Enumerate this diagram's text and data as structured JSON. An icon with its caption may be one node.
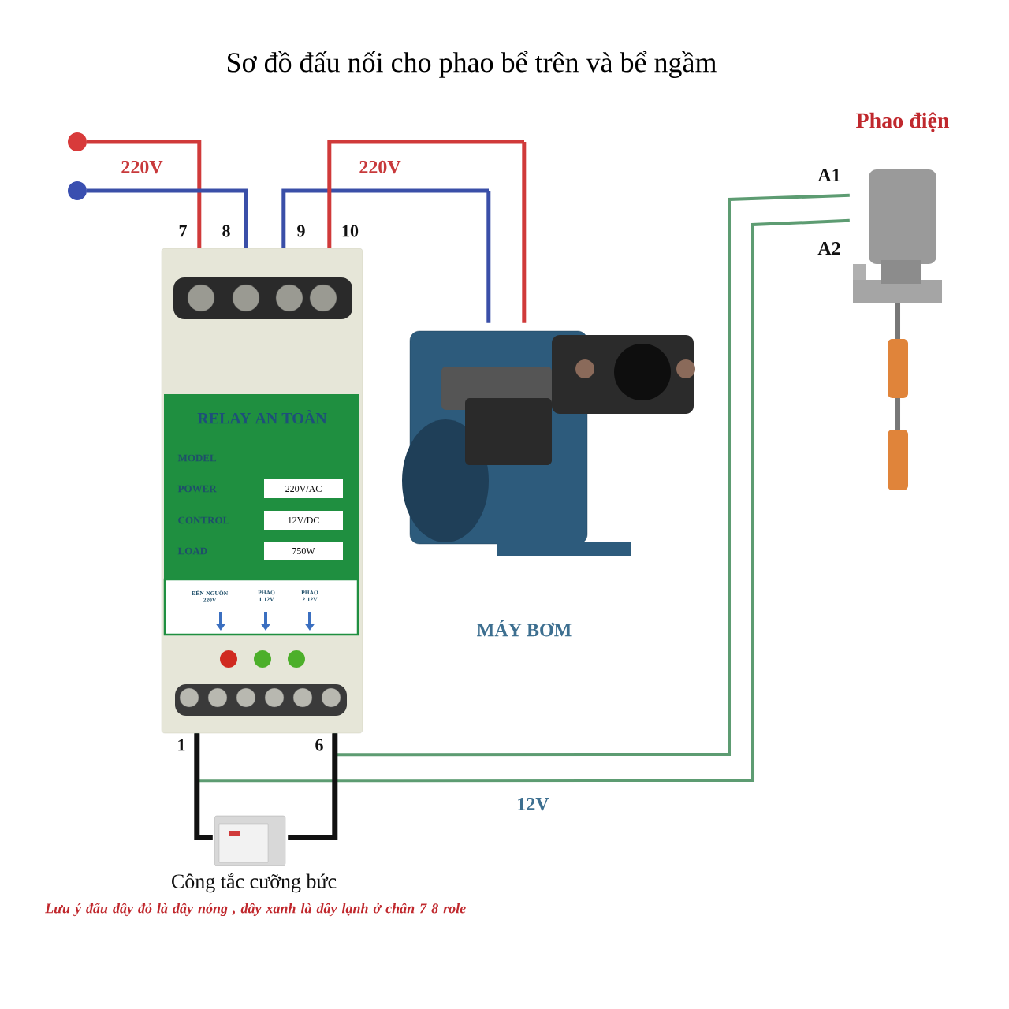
{
  "diagram": {
    "title": "Sơ đồ đấu nối cho phao bể trên và bể ngầm",
    "nodes": [
      {
        "text": [
          "RELAY AN TOÀN"
        ]
      },
      {
        "text": [],
        "shape": "circle"
      },
      {
        "text": [],
        "shape": "circle"
      },
      {
        "text": [],
        "shape": "picture",
        "beside": [
          "MÁY BƠM"
        ]
      },
      {
        "text": [],
        "shape": "picture",
        "beside": [
          "Phao điện",
          "A1",
          "A2"
        ]
      },
      {
        "text": [],
        "shape": "picture",
        "beside": [
          "Công tắc cưỡng bức"
        ]
      }
    ],
    "edges": [
      {
        "from": 1,
        "to": 0,
        "arrow": "none",
        "color": "#d03a3a"
      },
      {
        "from": 2,
        "to": 0,
        "arrow": "none",
        "color": "#3a4fa8"
      },
      {
        "from": 0,
        "to": 3,
        "arrow": "none",
        "color": "#3a4fa8"
      },
      {
        "from": 0,
        "to": 3,
        "arrow": "none",
        "color": "#d03a3a"
      },
      {
        "from": 0,
        "to": 4,
        "arrow": "none",
        "color": "#5d9c72"
      },
      {
        "from": 0,
        "to": 4,
        "arrow": "none",
        "color": "#5d9c72"
      },
      {
        "from": 0,
        "to": 5,
        "arrow": "none",
        "color": "#111111"
      },
      {
        "from": 0,
        "to": 5,
        "arrow": "none",
        "color": "#111111"
      }
    ],
    "labels": [
      "220V",
      "220V",
      "7",
      "8",
      "9",
      "10",
      "MODEL",
      "POWER",
      "220V/AC",
      "CONTROL",
      "12V/DC",
      "LOAD",
      "750W",
      "ĐÈN NGUỒN 220V",
      "PHAO 1 12V",
      "PHAO 2 12V",
      "1",
      "6",
      "12V",
      "Lưu ý đấu dây đỏ là dây nóng , dây xanh là dây lạnh ở chân 7 8 role"
    ]
  }
}
